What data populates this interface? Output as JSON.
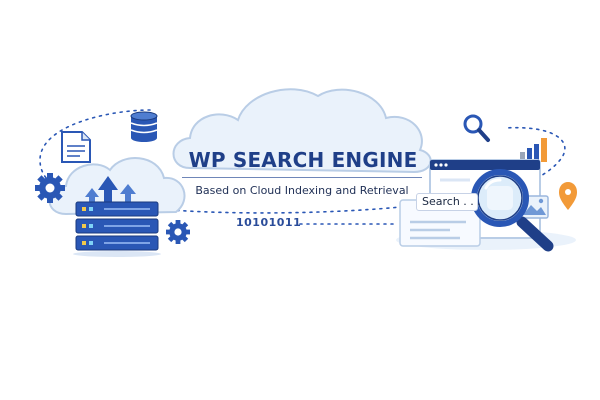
{
  "banner": {
    "title": "WP SEARCH ENGINE",
    "subtitle": "Based on Cloud Indexing and Retrieval",
    "binary_code": "10101011",
    "search_text": "Search . . ."
  },
  "colors": {
    "primary_blue": "#2a57b5",
    "dark_navy": "#1f3f88",
    "cloud_fill": "#eaf2fb",
    "cloud_stroke": "#b9cde6",
    "accent_orange": "#f29a38",
    "chart_gray": "#9aa6b8"
  },
  "icons": [
    "document-icon",
    "database-icon",
    "gear-icon",
    "cloud-icon",
    "upload-arrow-icon",
    "server-rack-icon",
    "search-icon",
    "bar-chart-icon",
    "location-pin-icon",
    "magnifying-glass-icon",
    "browser-window-icon",
    "image-icon"
  ]
}
